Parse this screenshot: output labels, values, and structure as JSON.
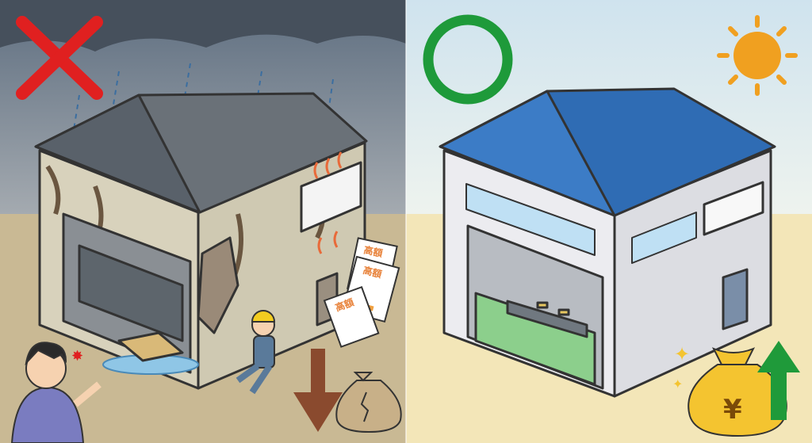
{
  "left_panel": {
    "verdict_mark": "cross",
    "documents": [
      "高額",
      "高額",
      "高額"
    ]
  },
  "right_panel": {
    "verdict_mark": "circle",
    "money_bag_symbol": "¥"
  },
  "colors": {
    "cross": "#e02020",
    "circle": "#1e9a3a",
    "roof_blue": "#2f6cb4",
    "arrow_down": "#8a4a2e",
    "arrow_up": "#1f9a3a",
    "sun": "#f0a020"
  }
}
